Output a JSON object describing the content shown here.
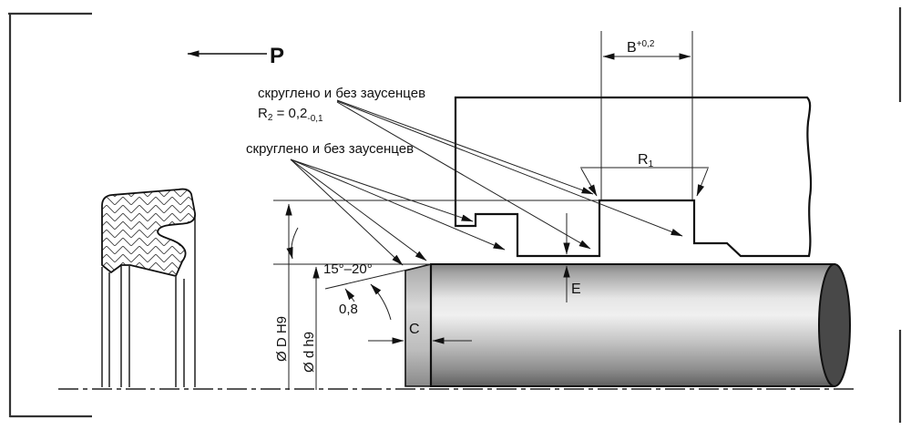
{
  "drawing": {
    "pressure_label": "P",
    "notes": {
      "note_top": "скруглено и без заусенцев",
      "r2_base": "R",
      "r2_sub": "2",
      "r2_eq": " = 0,2",
      "r2_tol": "-0,1",
      "note_mid": "скруглено и без заусенцев"
    },
    "dims": {
      "b_base": "B",
      "b_tol": "+0,2",
      "r1_base": "R",
      "r1_sub": "1",
      "e": "E",
      "c": "C",
      "angle": "15°–20°",
      "edge_radius": "0,8",
      "outer_dia": "Ø D H9",
      "rod_dia": "Ø d h9"
    },
    "colors": {
      "housing": "#c3c3c3",
      "rod_end": "#484848",
      "line": "#111111"
    }
  }
}
